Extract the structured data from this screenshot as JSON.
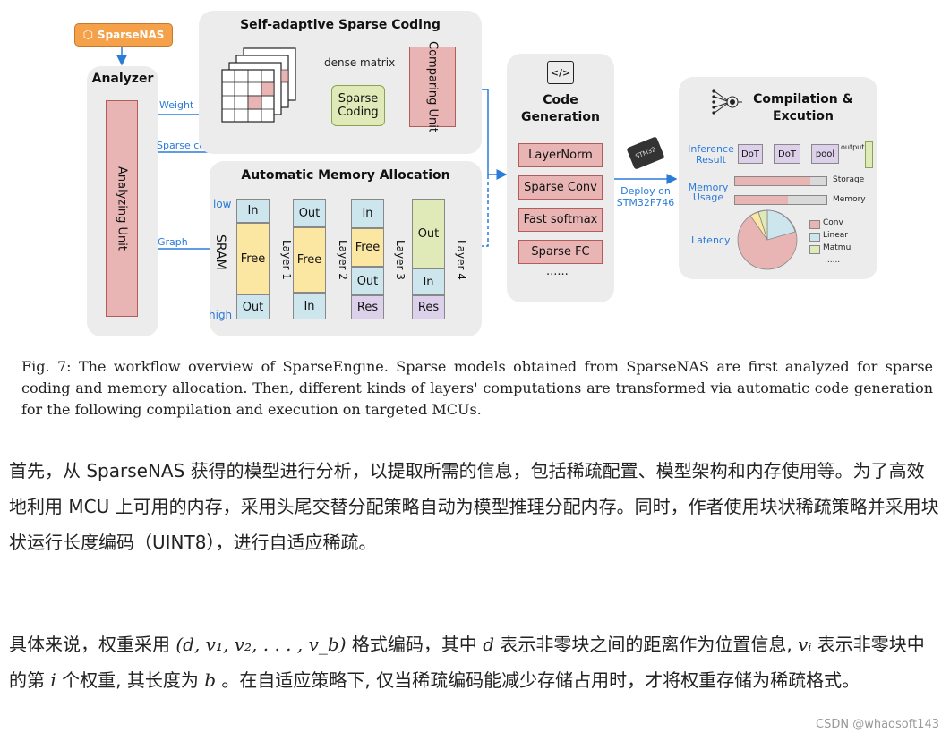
{
  "figure": {
    "sparsenas_badge": "SparseNAS",
    "analyzer": {
      "title": "Analyzer",
      "unit": "Analyzing Unit"
    },
    "sparse_coding": {
      "title": "Self-adaptive Sparse Coding",
      "dense_matrix_label": "dense matrix",
      "sparse_coding_box": "Sparse Coding",
      "comparing_unit": "Comparing Unit"
    },
    "arrows": {
      "weight": "Weight",
      "sparse_config": "Sparse configuration",
      "graph": "Graph"
    },
    "memory": {
      "title": "Automatic Memory Allocation",
      "low": "low",
      "high": "high",
      "sram": "SRAM",
      "layers": [
        "Layer 1",
        "Layer 2",
        "Layer 3",
        "Layer 4"
      ],
      "cells": {
        "in": "In",
        "out": "Out",
        "free": "Free",
        "res": "Res"
      }
    },
    "codegen": {
      "icon": "</>",
      "title": "Code Generation",
      "items": [
        "LayerNorm",
        "Sparse Conv",
        "Fast softmax",
        "Sparse FC"
      ],
      "ellipsis": "......"
    },
    "deploy": {
      "chip": "STM32",
      "label": "Deploy on STM32F746"
    },
    "compile": {
      "title": "Compilation & Excution",
      "inference_label": "Inference Result",
      "nodes": [
        "DoT",
        "DoT",
        "pool"
      ],
      "output": "output",
      "memory_usage_label": "Memory Usage",
      "storage": "Storage",
      "memory": "Memory",
      "latency_label": "Latency",
      "legend": [
        "Conv",
        "Linear",
        "Matmul"
      ],
      "legend_more": "......",
      "legend_colors": [
        "#e8b4b4",
        "#cde6ee",
        "#dfeab8"
      ]
    }
  },
  "caption": "Fig. 7: The workflow overview of SparseEngine. Sparse models obtained from SparseNAS are first analyzed for sparse coding and memory allocation. Then, different kinds of layers' computations are transformed via automatic code generation for the following compilation and execution on targeted MCUs.",
  "paragraph1": "首先，从 SparseNAS 获得的模型进行分析，以提取所需的信息，包括稀疏配置、模型架构和内存使用等。为了高效地利用 MCU 上可用的内存，采用头尾交替分配策略自动为模型推理分配内存。同时，作者使用块状稀疏策略并采用块状运行长度编码（UINT8），进行自适应稀疏。",
  "paragraph2": {
    "p1": "具体来说，权重采用 ",
    "formula": "(d, v₁, v₂, . . . , v_b)",
    "p2": " 格式编码，其中 ",
    "d": "d",
    "p3": " 表示非零块之间的距离作为位置信息, ",
    "vi": "vᵢ",
    "p4": " 表示非零块中的第 ",
    "i": "i",
    "p5": " 个权重, 其长度为 ",
    "b": "b",
    "p6": " 。在自适应策略下, 仅当稀疏编码能减少存储占用时，才将权重存储为稀疏格式。"
  },
  "watermark": "CSDN @whaosoft143"
}
